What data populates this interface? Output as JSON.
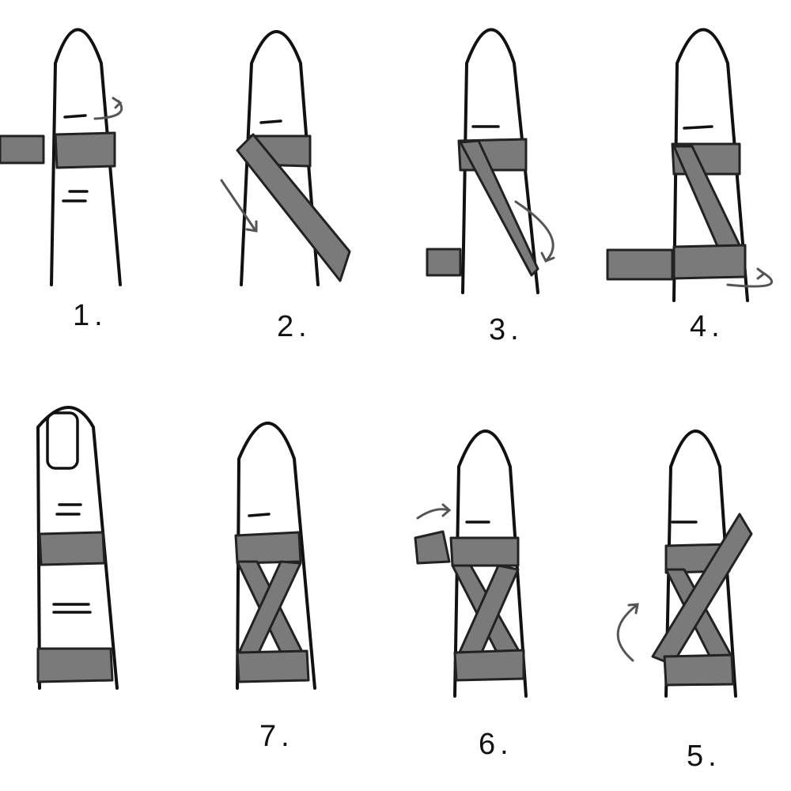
{
  "steps": [
    {
      "label": "1."
    },
    {
      "label": "2."
    },
    {
      "label": "3."
    },
    {
      "label": "4."
    },
    {
      "label": "5."
    },
    {
      "label": "6."
    },
    {
      "label": "7."
    }
  ],
  "colors": {
    "tape": "#7a7a7a",
    "outline": "#111111",
    "arrow": "#555555"
  }
}
